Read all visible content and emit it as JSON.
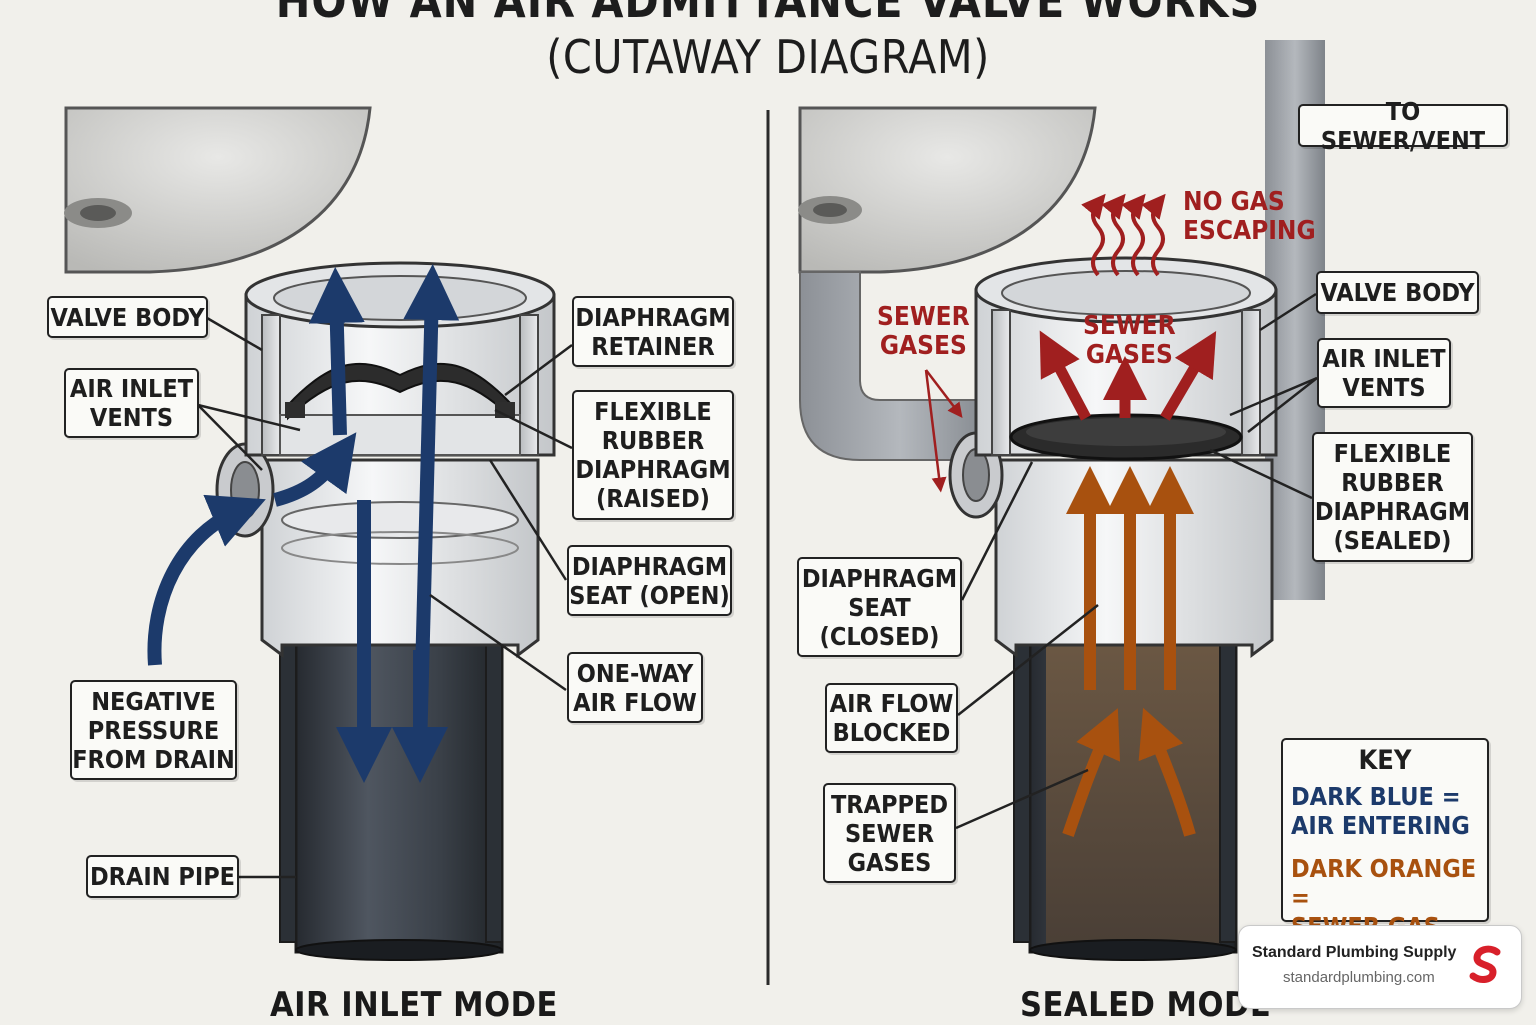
{
  "title": {
    "line1": "HOW AN AIR ADMITTANCE VALVE WORKS",
    "line2": "(CUTAWAY DIAGRAM)"
  },
  "left": {
    "mode_label": "AIR INLET MODE",
    "labels": {
      "valve_body": "VALVE BODY",
      "air_inlet_vents": "AIR INLET\nVENTS",
      "negative_pressure": "NEGATIVE\nPRESSURE\nFROM DRAIN",
      "drain_pipe": "DRAIN PIPE",
      "diaphragm_retainer": "DIAPHRAGM\nRETAINER",
      "flexible_diaphragm": "FLEXIBLE\nRUBBER\nDIAPHRAGM\n(RAISED)",
      "diaphragm_seat": "DIAPHRAGM\nSEAT (OPEN)",
      "one_way_air_flow": "ONE-WAY\nAIR FLOW"
    }
  },
  "right": {
    "mode_label": "SEALED MODE",
    "labels": {
      "to_sewer_vent": "TO SEWER/VENT",
      "valve_body": "VALVE BODY",
      "air_inlet_vents": "AIR INLET\nVENTS",
      "flexible_diaphragm": "FLEXIBLE\nRUBBER\nDIAPHRAGM\n(SEALED)",
      "diaphragm_seat": "DIAPHRAGM\nSEAT\n(CLOSED)",
      "air_flow_blocked": "AIR FLOW\nBLOCKED",
      "trapped_sewer_gases": "TRAPPED\nSEWER\nGASES"
    },
    "red_labels": {
      "no_gas_escaping": "NO GAS\nESCAPING",
      "sewer_gases_outer": "SEWER\nGASES",
      "sewer_gases_inner": "SEWER\nGASES"
    }
  },
  "key": {
    "title": "KEY",
    "blue": "DARK BLUE =\nAIR ENTERING",
    "orange": "DARK ORANGE =\nSEWER GAS"
  },
  "brand": {
    "name": "Standard Plumbing Supply",
    "url": "standardplumbing.com"
  },
  "colors": {
    "air_blue": "#1c3a6b",
    "sewer_orange": "#a8510f",
    "gas_red": "#a01f1f",
    "pipe_dark": "#3c424b",
    "brand_red": "#d8202a"
  }
}
